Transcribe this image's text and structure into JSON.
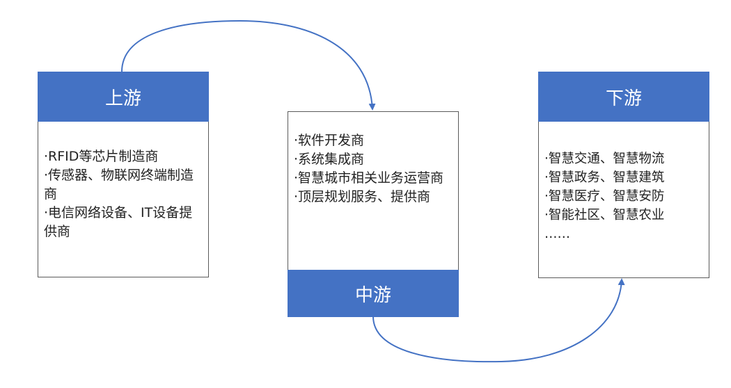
{
  "colors": {
    "header_fill": "#4472c4",
    "header_text": "#ffffff",
    "box_border": "#5a5a5a",
    "connector": "#4472c4",
    "body_text": "#222222"
  },
  "stages": {
    "upstream": {
      "title": "上游",
      "items": [
        "·RFID等芯片制造商",
        "·传感器、物联网终端制造商",
        "·电信网络设备、IT设备提供商"
      ]
    },
    "midstream": {
      "title": "中游",
      "items": [
        "·软件开发商",
        "·系统集成商",
        "·智慧城市相关业务运营商",
        "·顶层规划服务、提供商"
      ]
    },
    "downstream": {
      "title": "下游",
      "items": [
        "·智慧交通、智慧物流",
        "·智慧政务、智慧建筑",
        "·智慧医疗、智慧安防",
        "·智能社区、智慧农业",
        "……"
      ]
    }
  },
  "connectors": [
    {
      "from": "upstream",
      "to": "midstream"
    },
    {
      "from": "midstream",
      "to": "downstream"
    }
  ]
}
